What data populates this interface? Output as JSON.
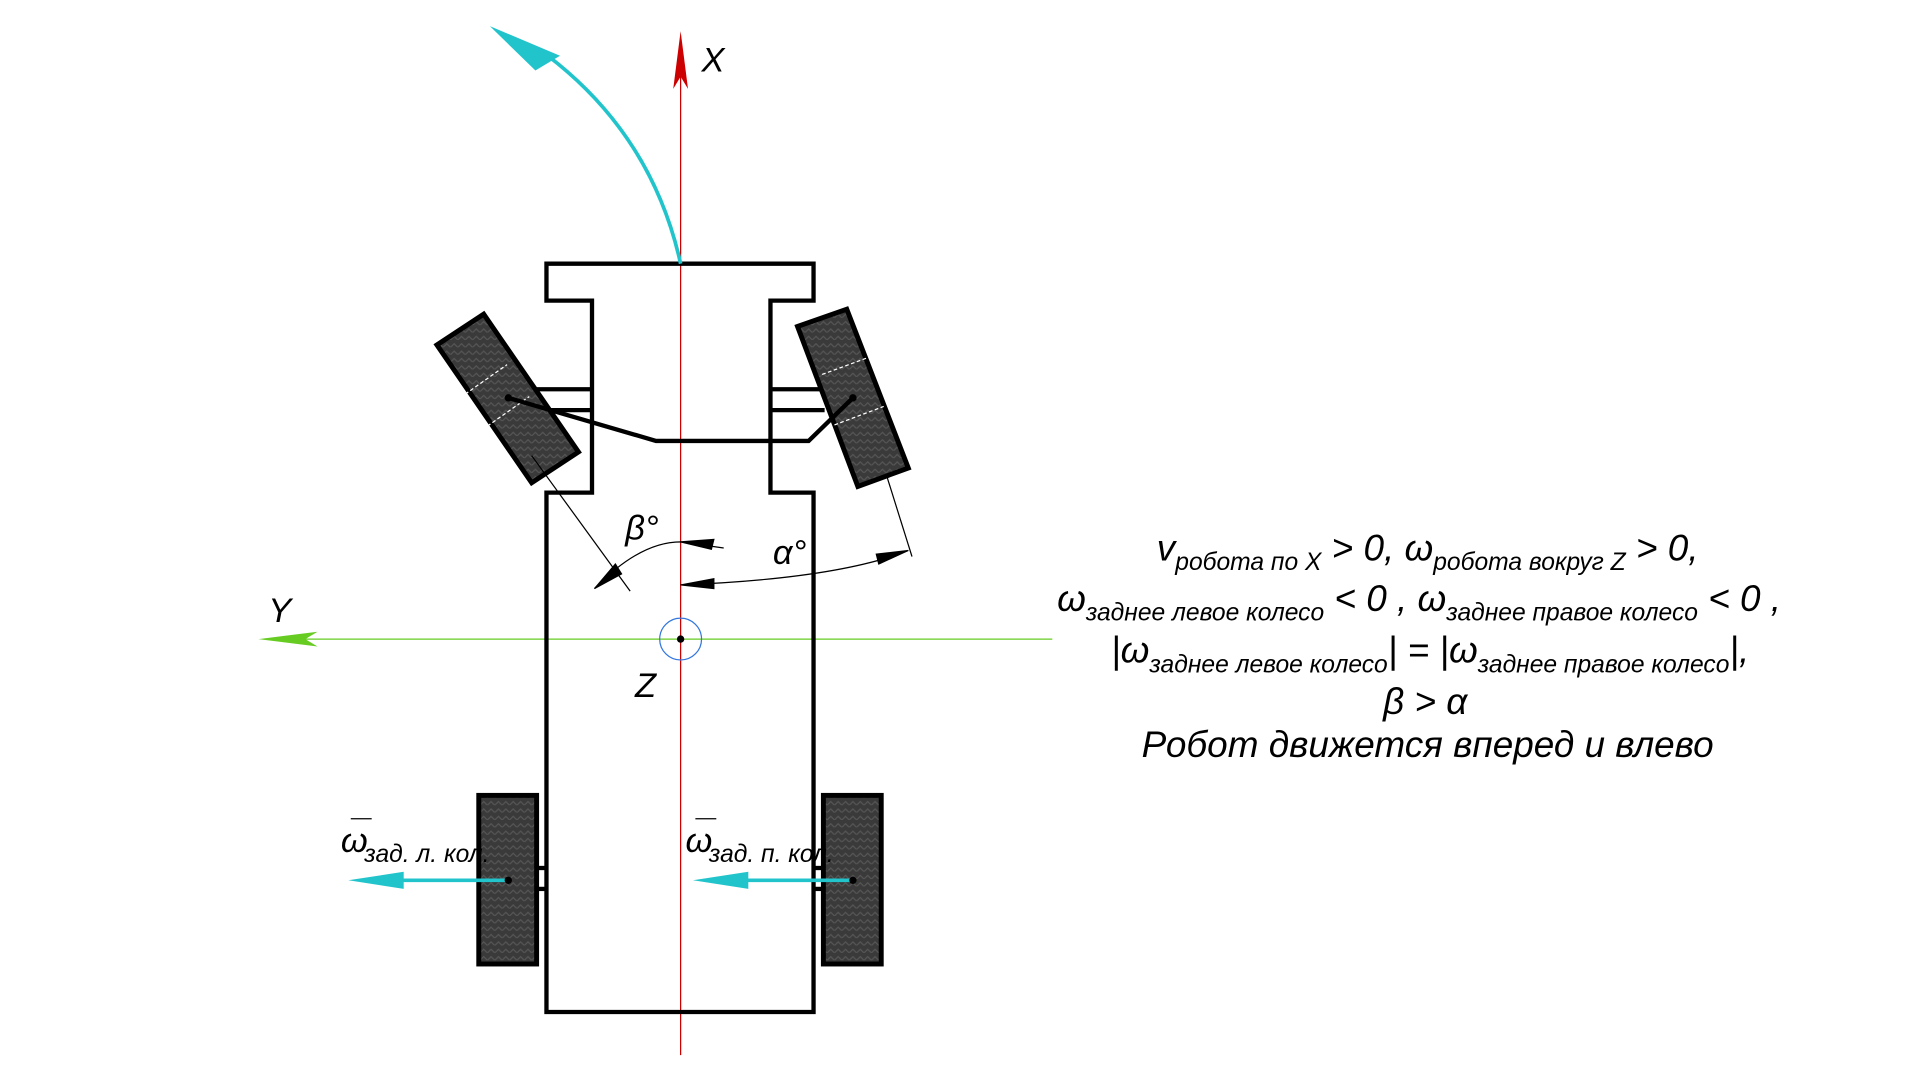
{
  "axes": {
    "x_label": "X",
    "y_label": "Y",
    "z_label": "Z"
  },
  "angles": {
    "beta": "β°",
    "alpha": "α°"
  },
  "rear_wheels": {
    "left_symbol": "ω",
    "left_sub": "зад. л. кол.",
    "right_symbol": "ω",
    "right_sub": "зад. п. кол."
  },
  "equations": {
    "line1": {
      "v": "v",
      "v_sub": "робота по X",
      "a": " > 0, ",
      "w": "ω",
      "w_sub": "робота вокруг Z",
      "b": " > 0,"
    },
    "line2": {
      "w1": "ω",
      "w1_sub": "заднее левое колесо",
      "a": " < 0 , ",
      "w2": "ω",
      "w2_sub": "заднее правое колесо",
      "b": " < 0 ,"
    },
    "line3": {
      "p1": "|ω",
      "s1": "заднее левое колесо",
      "mid": "| = |ω",
      "s2": "заднее правое колесо",
      "end": "|,"
    },
    "line4": "β > α",
    "line5": "Робот движется вперед и влево"
  },
  "colors": {
    "x_axis": "#cc0000",
    "y_axis": "#66cc22",
    "motion": "#22c4cc",
    "center": "#3377dd",
    "wheel": "#3a3a3a"
  }
}
